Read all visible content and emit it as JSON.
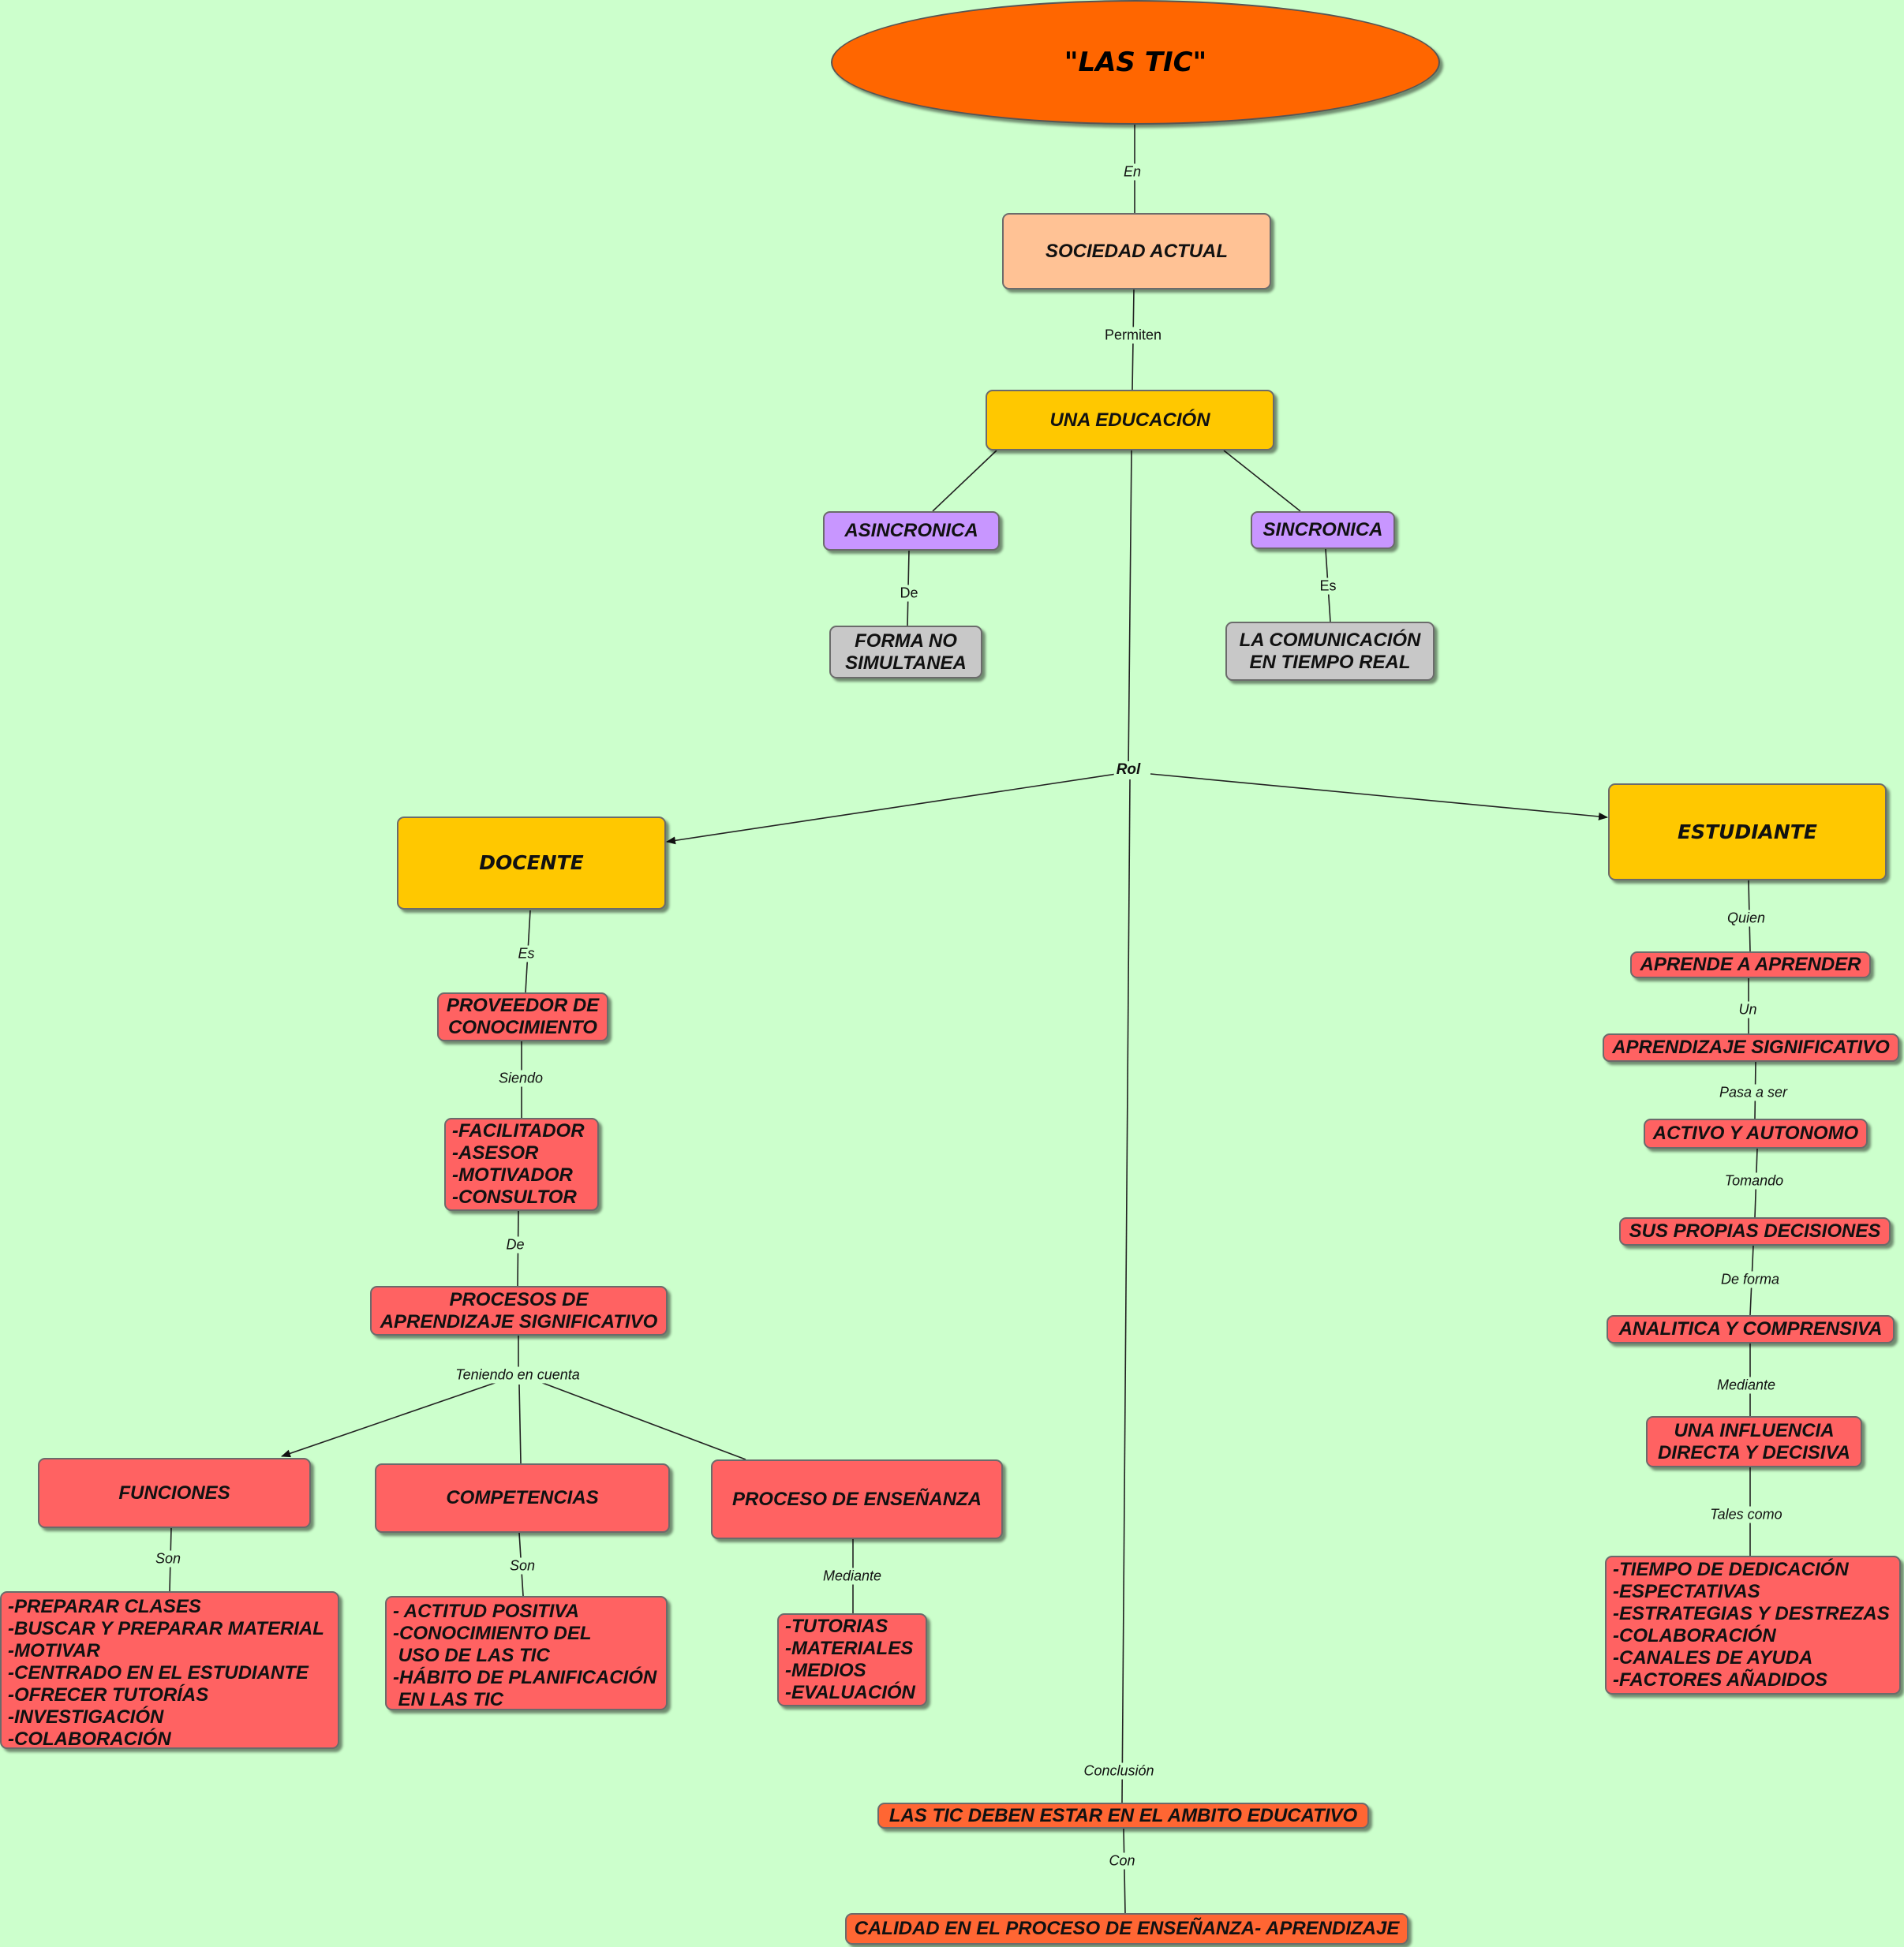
{
  "nodes": {
    "las_tic": "\"LAS TIC\"",
    "sociedad_actual": "SOCIEDAD ACTUAL",
    "una_educacion": "UNA EDUCACIÓN",
    "asincronica": "ASINCRONICA",
    "sincronica": "SINCRONICA",
    "forma_no_simultanea": "FORMA NO\nSIMULTANEA",
    "comunicacion_tiempo_real": "LA COMUNICACIÓN\nEN TIEMPO REAL",
    "docente": "DOCENTE",
    "estudiante": "ESTUDIANTE",
    "proveedor": "PROVEEDOR DE\nCONOCIMIENTO",
    "facilitador": "-FACILITADOR\n-ASESOR\n-MOTIVADOR\n-CONSULTOR",
    "procesos": "PROCESOS DE\nAPRENDIZAJE SIGNIFICATIVO",
    "funciones": "FUNCIONES",
    "competencias": "COMPETENCIAS",
    "proceso_ensenanza": "PROCESO DE ENSEÑANZA",
    "funciones_list": "-PREPARAR CLASES\n-BUSCAR Y PREPARAR MATERIAL\n-MOTIVAR\n-CENTRADO EN EL ESTUDIANTE\n-OFRECER TUTORÍAS\n-INVESTIGACIÓN\n-COLABORACIÓN",
    "competencias_list": "- ACTITUD POSITIVA\n-CONOCIMIENTO DEL\n USO DE LAS TIC\n-HÁBITO DE PLANIFICACIÓN\n EN LAS TIC",
    "ensenanza_list": "-TUTORIAS\n-MATERIALES\n-MEDIOS\n-EVALUACIÓN",
    "aprende": "APRENDE A APRENDER",
    "aprendizaje_sig": "APRENDIZAJE SIGNIFICATIVO",
    "activo": "ACTIVO Y AUTONOMO",
    "decisiones": "SUS PROPIAS DECISIONES",
    "analitica": "ANALITICA Y COMPRENSIVA",
    "influencia": "UNA INFLUENCIA\nDIRECTA Y DECISIVA",
    "estudiante_list": "-TIEMPO DE DEDICACIÓN\n-ESPECTATIVAS\n-ESTRATEGIAS Y DESTREZAS\n-COLABORACIÓN\n-CANALES DE AYUDA\n-FACTORES AÑADIDOS",
    "conclusion": "LAS TIC DEBEN ESTAR EN EL AMBITO EDUCATIVO",
    "calidad": "CALIDAD EN EL PROCESO DE ENSEÑANZA- APRENDIZAJE"
  },
  "links": {
    "en": "En",
    "permiten": "Permiten",
    "de_asinc": "De",
    "es_sinc": "Es",
    "rol": "Rol",
    "es_docente": "Es",
    "siendo": "Siendo",
    "de_facil": "De",
    "teniendo": "Teniendo en cuenta",
    "son_funciones": "Son",
    "son_competencias": "Son",
    "mediante_ensenanza": "Mediante",
    "quien": "Quien",
    "un": "Un",
    "pasa_a_ser": "Pasa a ser",
    "tomando": "Tomando",
    "de_forma": "De forma",
    "mediante_est": "Mediante",
    "tales_como": "Tales como",
    "conclusion": "Conclusión",
    "con": "Con"
  },
  "colors": {
    "background": "#ccffcc",
    "title": "#ff6600",
    "peach": "#ffc295",
    "gold": "#ffc800",
    "purple": "#c896ff",
    "gray": "#c8c8c8",
    "red": "#ff6262",
    "orange": "#ff6633"
  }
}
